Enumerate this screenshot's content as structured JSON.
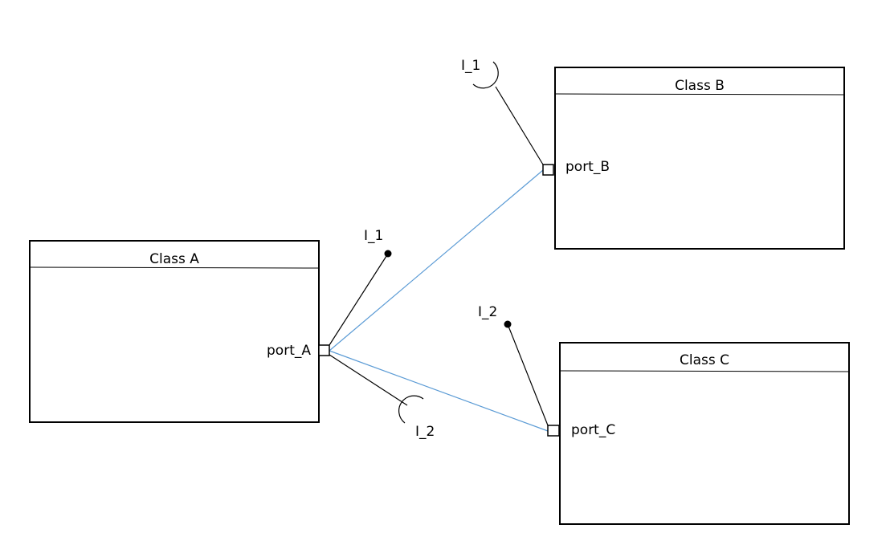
{
  "diagram": {
    "classes": [
      {
        "id": "class-a",
        "title": "Class A",
        "port_label": "port_A"
      },
      {
        "id": "class-b",
        "title": "Class B",
        "port_label": "port_B"
      },
      {
        "id": "class-c",
        "title": "Class C",
        "port_label": "port_C"
      }
    ],
    "interfaces": {
      "a_provided_i1": "I_1",
      "a_required_i2": "I_2",
      "b_required_i1": "I_1",
      "c_provided_i2": "I_2"
    },
    "colors": {
      "box_stroke": "#000000",
      "connector": "#5b9bd5",
      "interface_line": "#000000"
    }
  }
}
